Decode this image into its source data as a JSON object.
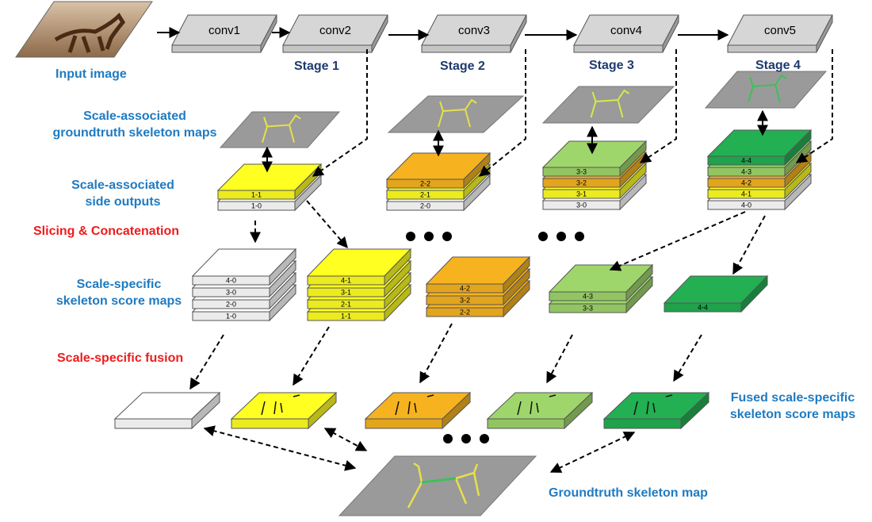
{
  "colors": {
    "white": "#ffffff",
    "yellow": "#ffff22",
    "orange": "#f6b31f",
    "light_green": "#9fd66b",
    "dark_green": "#22b052",
    "gray": "#9a9a9a",
    "conv_gray": "#d6d6d6",
    "label_blue": "#1f7bc2",
    "label_red": "#ee1c1c",
    "label_navy": "#1f3a6e"
  },
  "conv_blocks": [
    "conv1",
    "conv2",
    "conv3",
    "conv4",
    "conv5"
  ],
  "stages": [
    "Stage 1",
    "Stage 2",
    "Stage 3",
    "Stage 4"
  ],
  "labels": {
    "input_image": "Input image",
    "gt_maps_line1": "Scale-associated",
    "gt_maps_line2": "groundtruth skeleton maps",
    "side_outputs_line1": "Scale-associated",
    "side_outputs_line2": "side outputs",
    "slicing": "Slicing & Concatenation",
    "score_maps_line1": "Scale-specific",
    "score_maps_line2": "skeleton score maps",
    "fusion": "Scale-specific fusion",
    "fused_line1": "Fused scale-specific",
    "fused_line2": "skeleton score maps",
    "groundtruth": "Groundtruth skeleton map"
  },
  "side_output_layers": {
    "stage1": [
      "1-1",
      "1-0"
    ],
    "stage2": [
      "2-2",
      "2-1",
      "2-0"
    ],
    "stage3": [
      "3-3",
      "3-2",
      "3-1",
      "3-0"
    ],
    "stage4": [
      "4-4",
      "4-3",
      "4-2",
      "4-1",
      "4-0"
    ]
  },
  "score_map_layers": {
    "scale0": [
      "4-0",
      "3-0",
      "2-0",
      "1-0"
    ],
    "scale1": [
      "4-1",
      "3-1",
      "2-1",
      "1-1"
    ],
    "scale2": [
      "4-2",
      "3-2",
      "2-2"
    ],
    "scale3": [
      "4-3",
      "3-3"
    ],
    "scale4": [
      "4-4"
    ]
  },
  "ellipsis": "● ● ●"
}
